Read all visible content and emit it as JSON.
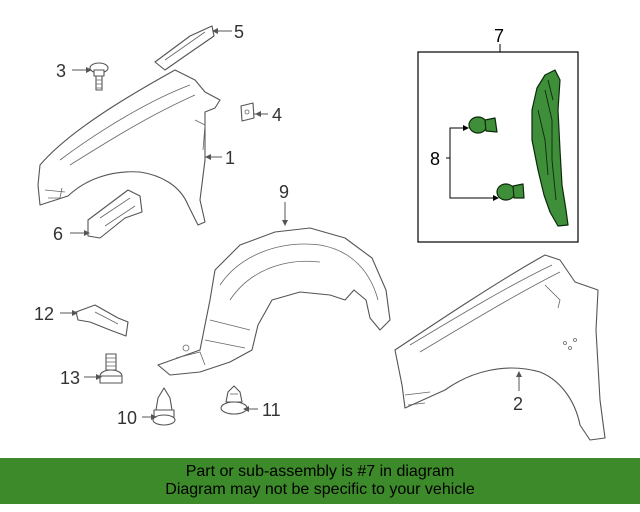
{
  "diagram": {
    "callouts": {
      "c1": "1",
      "c2": "2",
      "c3": "3",
      "c4": "4",
      "c5": "5",
      "c6": "6",
      "c7": "7",
      "c8": "8",
      "c9": "9",
      "c10": "10",
      "c11": "11",
      "c12": "12",
      "c13": "13"
    },
    "colors": {
      "highlight_fill": "#3f8f3a",
      "banner_bg": "#3d8a2a",
      "line": "#555555"
    }
  },
  "banner": {
    "line1": "Part or sub-assembly is #7 in diagram",
    "line2": "Diagram may not be specific to your vehicle"
  }
}
